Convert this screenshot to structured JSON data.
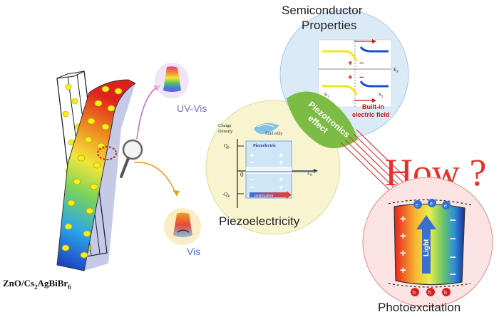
{
  "left": {
    "material_label_prefix": "ZnO/Cs",
    "material_sub1": "2",
    "material_mid": "AgBiBr",
    "material_sub2": "6",
    "uv_vis_label": "UV-Vis",
    "vis_label": "Vis"
  },
  "semiconductor": {
    "title_line1": "Semiconductor",
    "title_line2": "Properties",
    "ef_label": "E",
    "ef_sub": "F",
    "s1_label": "S",
    "s1_sub": "1",
    "s2_label": "S",
    "s2_sub": "2",
    "builtin_line1": "Built-in",
    "builtin_line2": "electric field"
  },
  "piezotronics": {
    "line1": "Piezotronics",
    "line2": "effect"
  },
  "piezo": {
    "charge_density_line1": "Charge",
    "charge_density_line2": "Density",
    "qp_label": "Q",
    "qp_sub": "P",
    "neg_qp_label": "-Q",
    "neg_qp_sub": "P",
    "zero_label": "0",
    "l0_label": "L",
    "l0_sub": "0",
    "fluid_eddy": "fluid eddy",
    "piezoelectric": "Piezoelectric",
    "polarization": "polarization",
    "title": "Piezoelectricity"
  },
  "how_label": "How ?",
  "photo": {
    "title": "Photoexcitation",
    "light_label": "Light",
    "electron": "e",
    "hole": "h"
  },
  "colors": {
    "red_accent": "#e8302a",
    "semiconductor_bg": "#dbeaf7",
    "piezo_bg": "#f8f4cf",
    "photo_bg": "#fbe3e3",
    "green_band": "#7cbc44",
    "title_dark": "#222222",
    "label_blue": "#5a6fb0"
  }
}
